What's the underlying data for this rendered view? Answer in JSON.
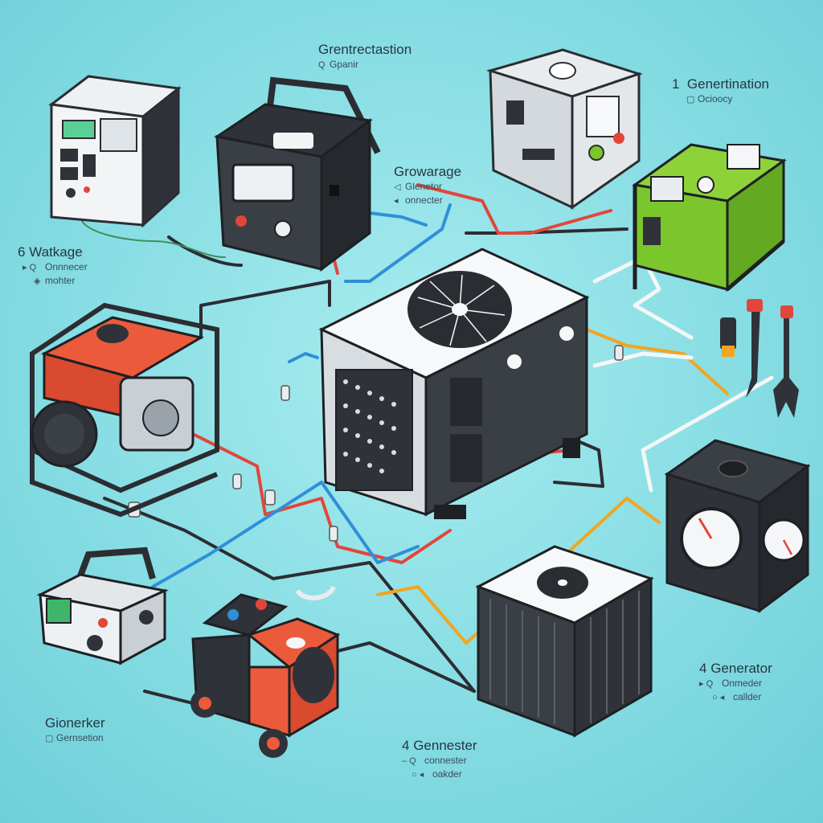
{
  "labels": {
    "top_center": {
      "title": "Grentrectastion",
      "sub1": "Gpanir",
      "sub1_mark": "Q"
    },
    "top_right": {
      "title_num": "1",
      "title": "Genertination",
      "sub1": "Ocioocy",
      "sub1_mark": "▢"
    },
    "mid_top": {
      "title": "Growarage",
      "sub1": "Glenetor",
      "sub1_mark": "◁",
      "sub2": "onnecter",
      "sub2_mark": "◂"
    },
    "left": {
      "title_num": "6",
      "title": "Watkage",
      "sub1": "Onnnecer",
      "sub1_mark": "▸ Q",
      "sub2": "mohter",
      "sub2_mark": "◈"
    },
    "right_low": {
      "title_num": "4",
      "title": "Generator",
      "sub1": "Onmeder",
      "sub1_mark": "▸ Q",
      "sub2": "callder",
      "sub2_mark": "○ ◂"
    },
    "bottom_left": {
      "title": "Gionerker",
      "sub1": "Gernsetion",
      "sub1_mark": "▢"
    },
    "bottom_center": {
      "title_num": "4",
      "title": "Gennester",
      "sub1": "connester",
      "sub1_mark": "– Q",
      "sub2": "oakder",
      "sub2_mark": "○ ◂"
    }
  },
  "colors": {
    "background": "#86dde3",
    "wire_red": "#e2463a",
    "wire_blue": "#2f8fd8",
    "wire_orange": "#f2a51f",
    "wire_dark": "#2b2d33",
    "wire_white": "#f4f6f7",
    "accent_green": "#7bc62d",
    "accent_orange_red": "#ec5a3c"
  },
  "icons": [
    "ac-unit-icon",
    "generator-icon",
    "power-station-icon",
    "control-box-icon",
    "gauge-box-icon",
    "wrench-icon",
    "fan-icon"
  ]
}
